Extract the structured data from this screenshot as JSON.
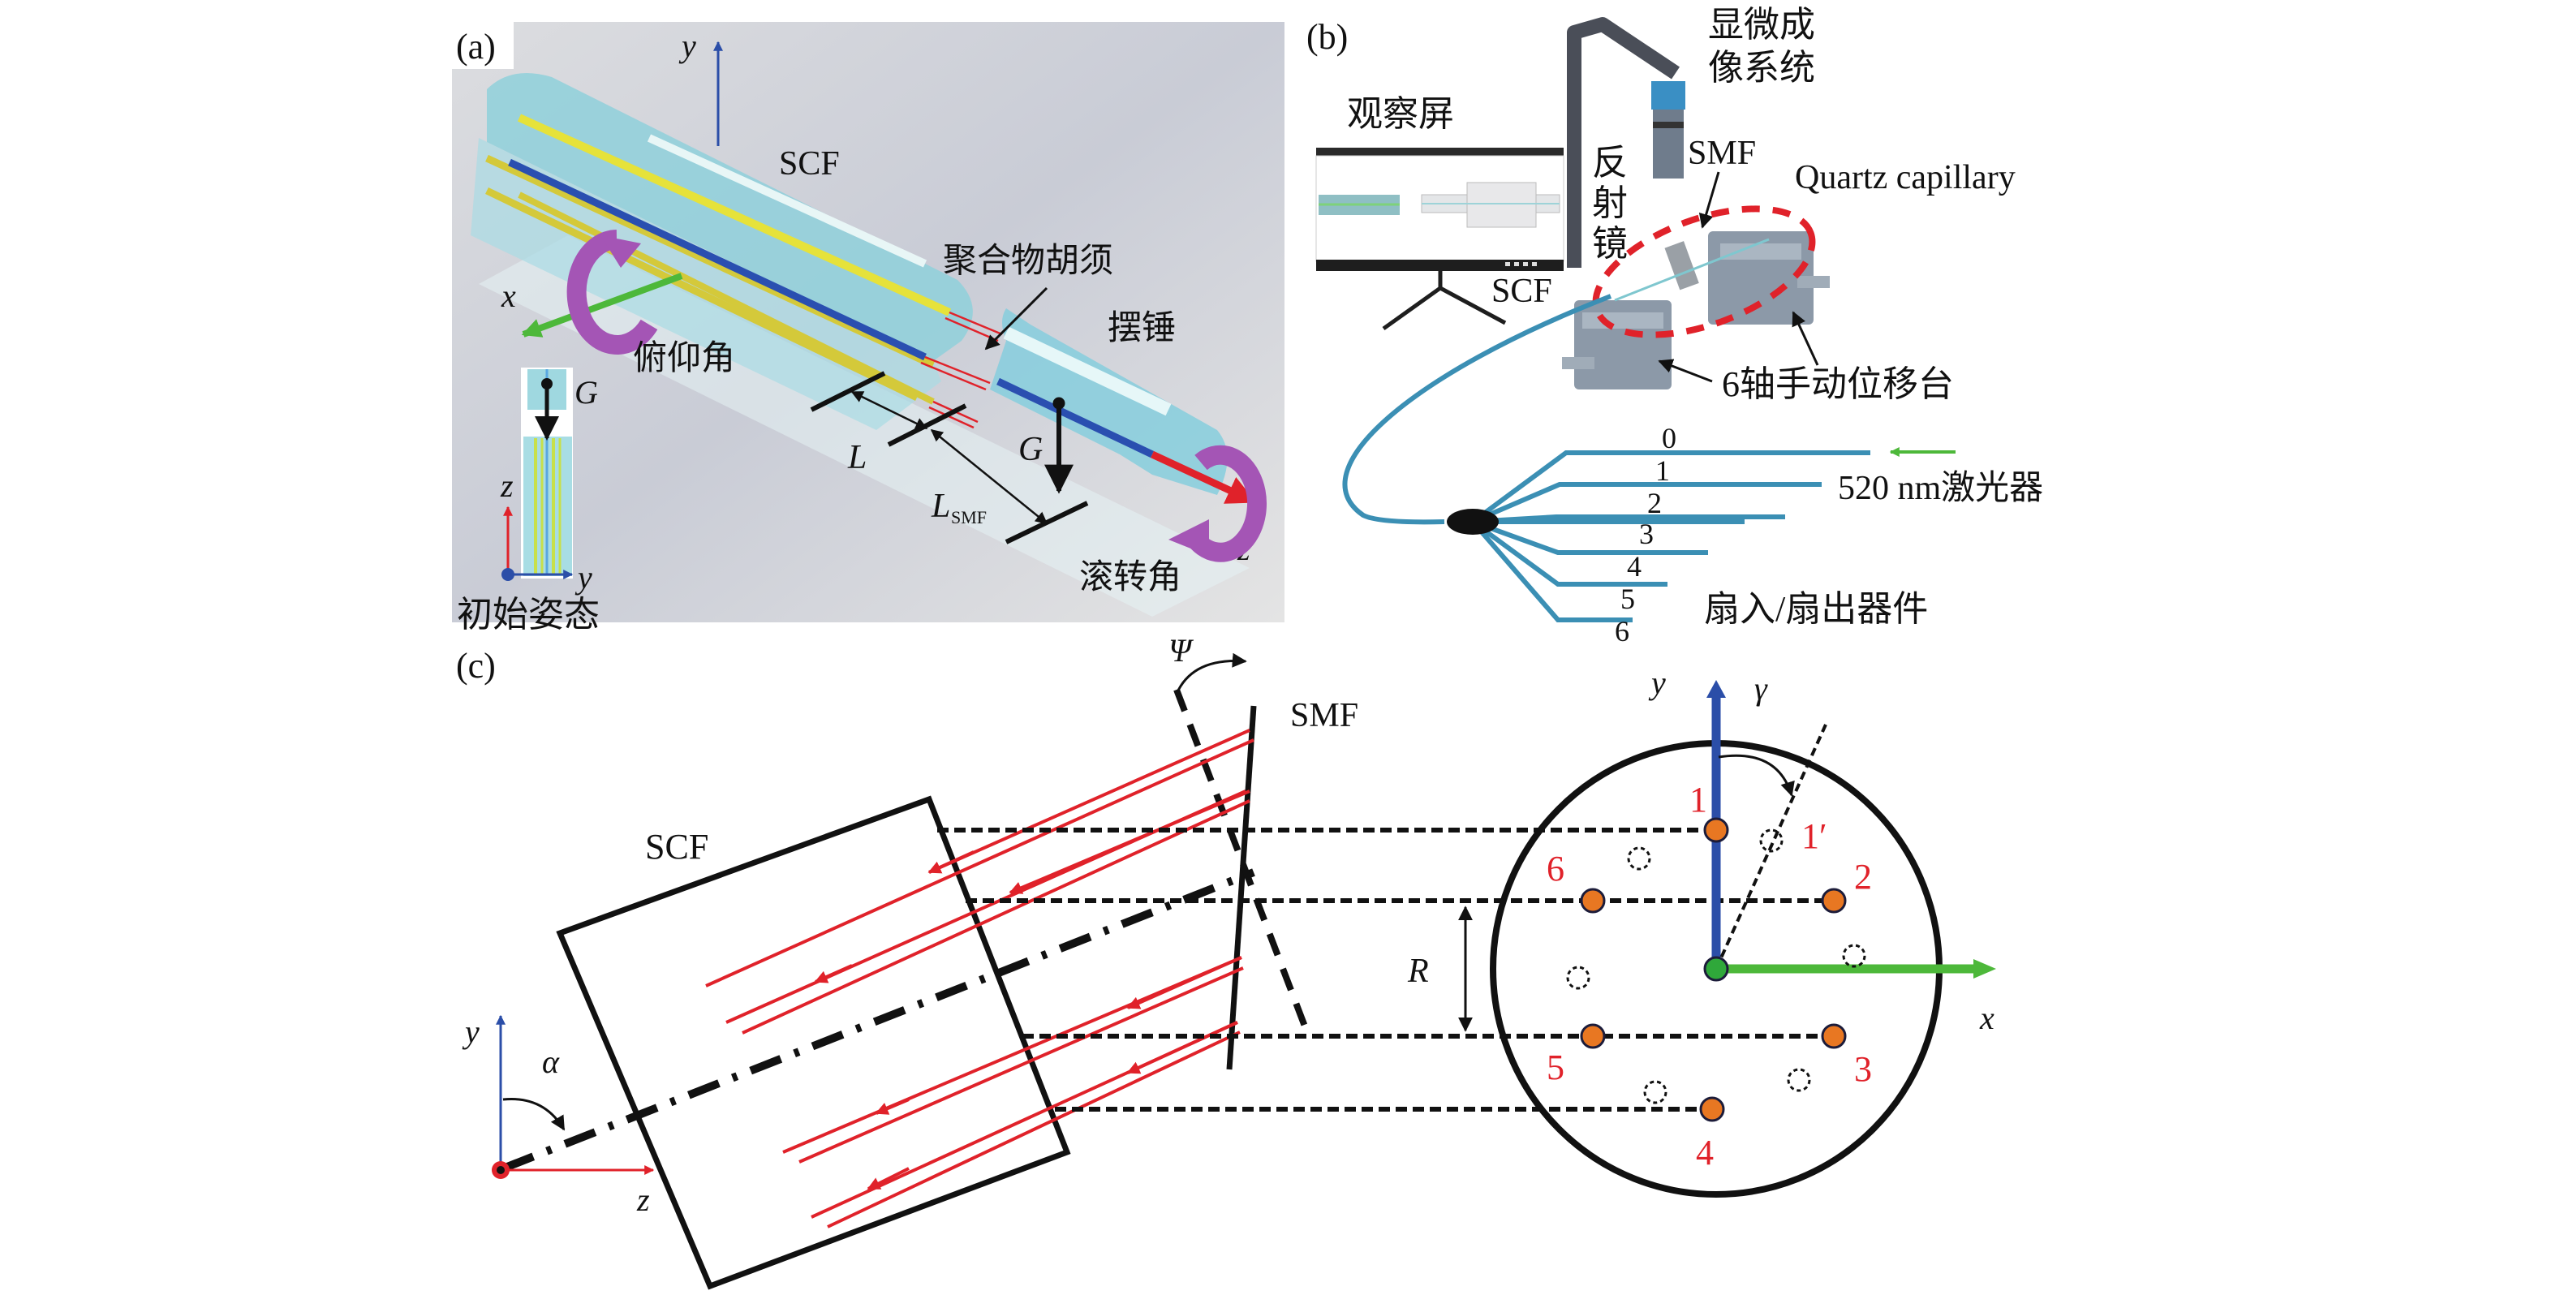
{
  "panels": {
    "a": {
      "label": "(a)",
      "scf": "SCF",
      "whisker": "聚合物胡须",
      "pendulum": "摆锤",
      "pitch": "俯仰角",
      "roll": "滚转角",
      "gravity": "G",
      "gap_length": "L",
      "smf_length_main": "L",
      "smf_length_sub": "SMF",
      "axis_x": "x",
      "axis_y": "y",
      "axis_z": "z",
      "inset_title": "初始姿态",
      "inset_gravity": "G",
      "inset_axis_z": "z",
      "inset_axis_y": "y"
    },
    "b": {
      "label": "(b)",
      "screen": "观察屏",
      "mirror": [
        "反",
        "射",
        "镜"
      ],
      "microscope": [
        "显微成",
        "像系统"
      ],
      "smf": "SMF",
      "capillary": "Quartz capillary",
      "scf": "SCF",
      "stage": "6轴手动位移台",
      "laser": "520 nm激光器",
      "fanout": "扇入/扇出器件",
      "ports": [
        "0",
        "1",
        "2",
        "3",
        "4",
        "5",
        "6"
      ]
    },
    "c": {
      "label": "(c)",
      "scf": "SCF",
      "smf": "SMF",
      "psi": "Ψ",
      "alpha": "α",
      "gamma": "γ",
      "radius": "R",
      "axis_x": "x",
      "axis_y": "y",
      "axis_z": "z",
      "left_axis_y": "y",
      "left_axis_z": "z",
      "cores": [
        {
          "id": "1",
          "label": "1"
        },
        {
          "id": "2",
          "label": "2"
        },
        {
          "id": "3",
          "label": "3"
        },
        {
          "id": "4",
          "label": "4"
        },
        {
          "id": "5",
          "label": "5"
        },
        {
          "id": "6",
          "label": "6"
        }
      ],
      "rotated_core_label": "1′"
    }
  },
  "colors": {
    "core": "#e87722",
    "center": "#2fa83a",
    "axis_y": "#2b4ea8",
    "axis_x": "#4db83a",
    "axis_z": "#e0222a",
    "beam": "#e0222a",
    "fiber": "#3b8fb4",
    "roll_arrow": "#a455b5"
  }
}
